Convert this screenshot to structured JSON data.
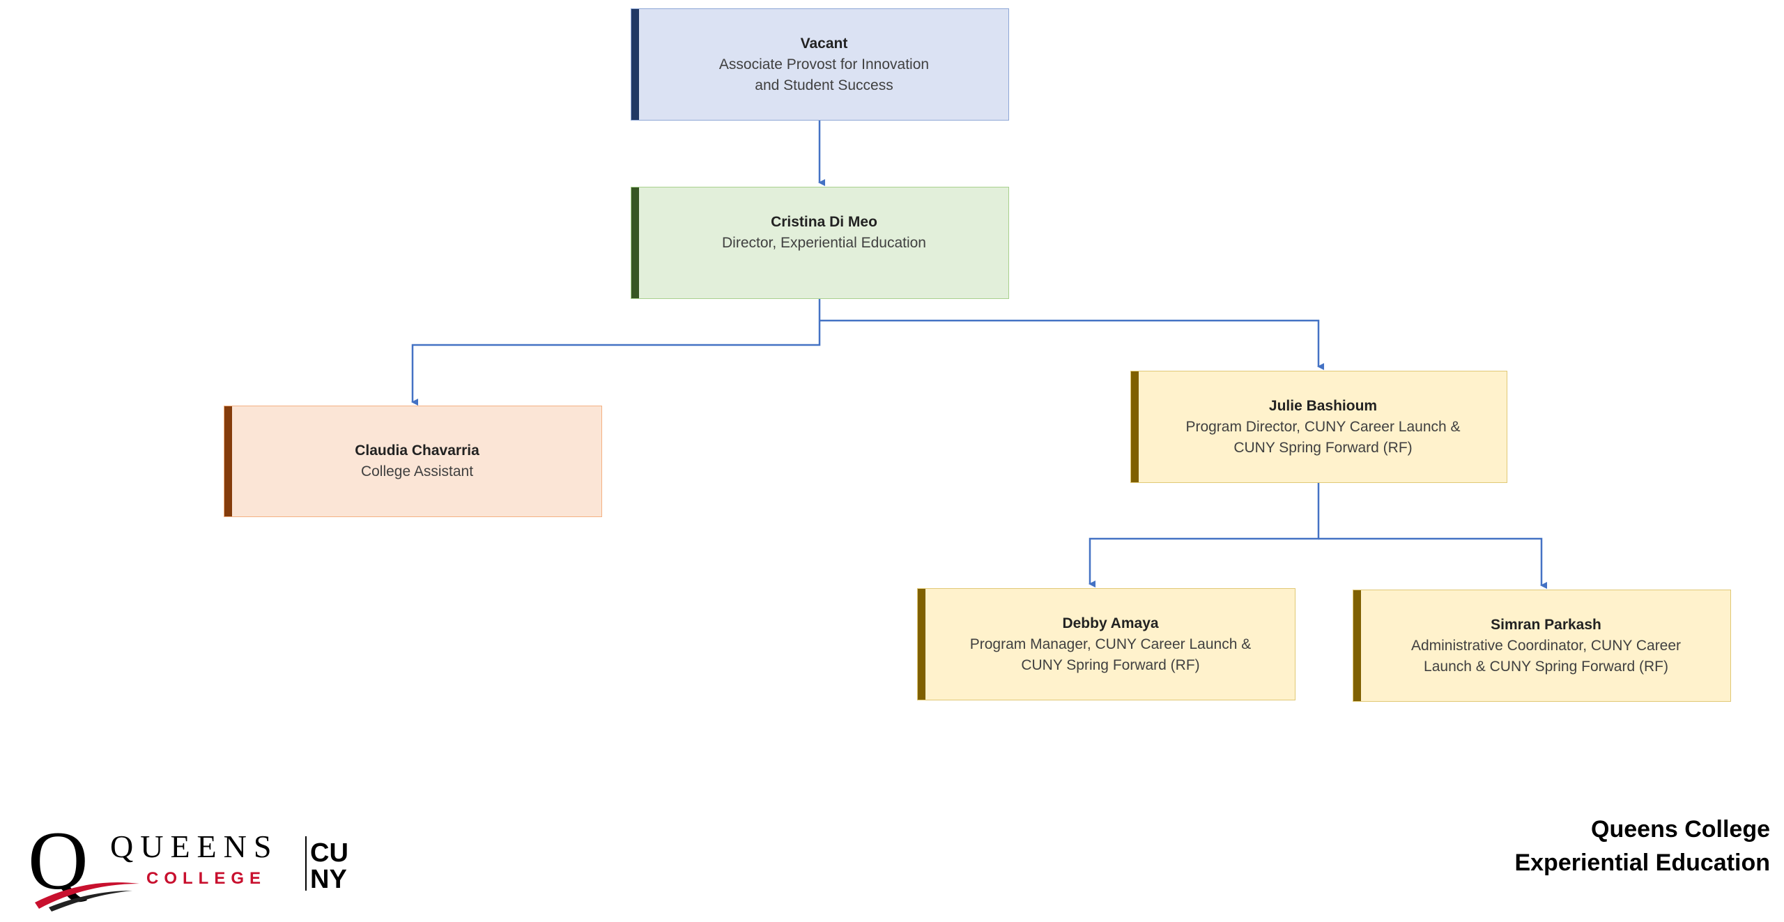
{
  "nodes": {
    "vacant": {
      "name": "Vacant",
      "title_line1": "Associate Provost for Innovation",
      "title_line2": "and Student Success"
    },
    "cristina": {
      "name": "Cristina Di Meo",
      "title_line1": "Director, Experiential Education"
    },
    "claudia": {
      "name": "Claudia Chavarria",
      "title_line1": "College Assistant"
    },
    "julie": {
      "name": "Julie Bashioum",
      "title_line1": "Program Director, CUNY Career Launch &",
      "title_line2": "CUNY Spring Forward (RF)"
    },
    "debby": {
      "name": "Debby Amaya",
      "title_line1": "Program Manager, CUNY Career Launch &",
      "title_line2": "CUNY Spring Forward (RF)"
    },
    "simran": {
      "name": "Simran Parkash",
      "title_line1": "Administrative Coordinator, CUNY Career",
      "title_line2": "Launch & CUNY Spring Forward (RF)"
    }
  },
  "edges": [
    [
      "vacant",
      "cristina"
    ],
    [
      "cristina",
      "claudia"
    ],
    [
      "cristina",
      "julie"
    ],
    [
      "julie",
      "debby"
    ],
    [
      "julie",
      "simran"
    ]
  ],
  "logo": {
    "letter": "Q",
    "wordmark": "QUEENS",
    "subtext": "COLLEGE",
    "cuny_top": "CU",
    "cuny_bottom": "NY"
  },
  "footer": {
    "line1": "Queens College",
    "line2": "Experiential Education"
  },
  "colors": {
    "connector": "#4472c4",
    "logo_red": "#c8102e"
  }
}
